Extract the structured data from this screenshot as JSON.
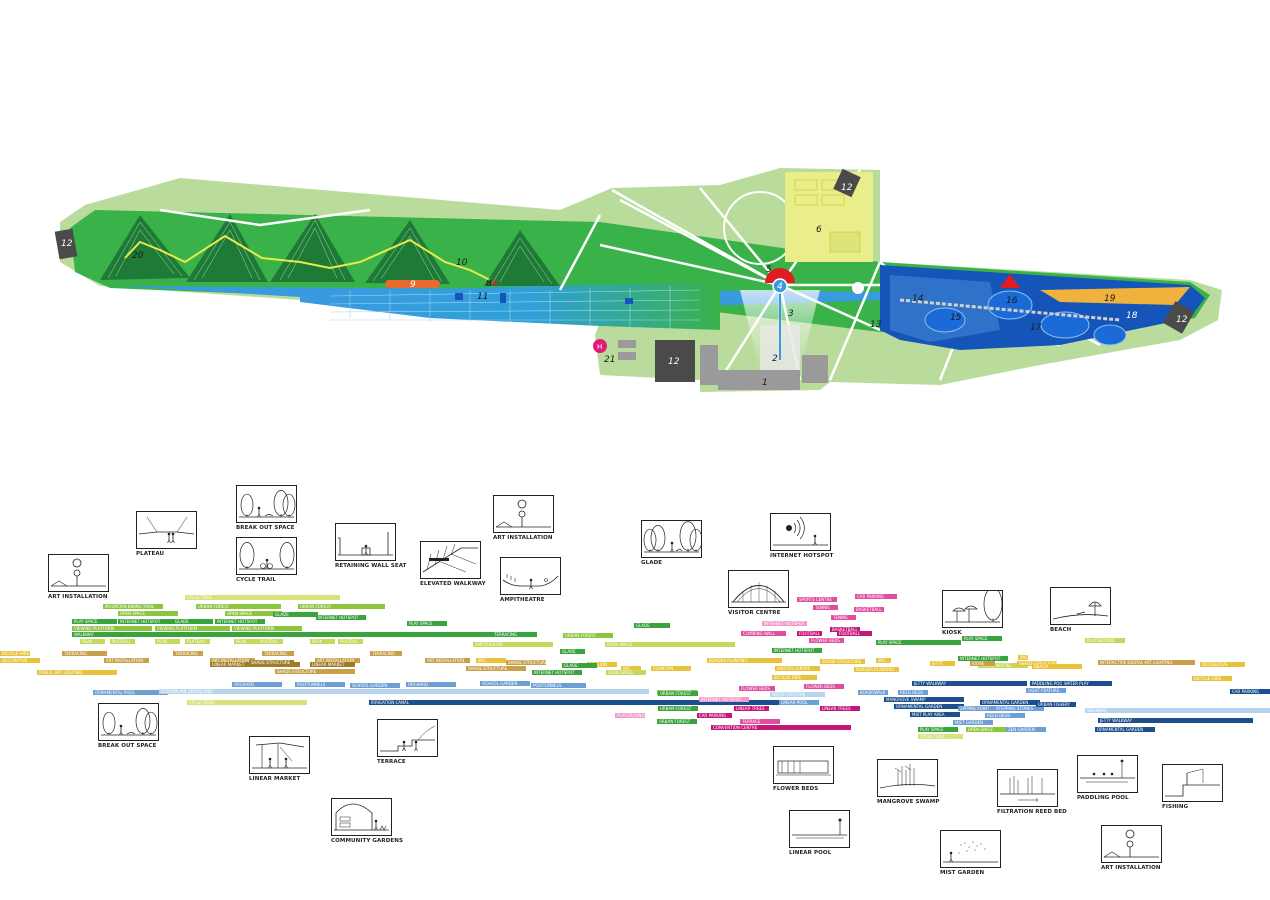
{
  "map": {
    "zone_numbers": {
      "n1": "1",
      "n2": "2",
      "n3": "3",
      "n4": "4",
      "n5": "5",
      "n6": "6",
      "n8": "8",
      "n9": "9",
      "n10": "10",
      "n11": "11",
      "n12a": "12",
      "n12b": "12",
      "n12c": "12",
      "n12d": "12",
      "n13": "13",
      "n14": "14",
      "n15": "15",
      "n16": "16",
      "n17": "17",
      "n18": "18",
      "n19": "19",
      "n20": "20",
      "n21": "21",
      "h": "H"
    },
    "colors": {
      "light_green": "#b9dc9c",
      "park_green": "#3ab24a",
      "dark_green": "#1f7a38",
      "water_blue": "#3a9ae0",
      "lake_blue": "#1554b8",
      "yellow_zone": "#e9ee8a",
      "trail_yellow": "#e9e94a",
      "orange": "#e86a2e",
      "red": "#e11b22",
      "sand": "#f0b23c",
      "grey": "#9a9a9a",
      "dark_grey": "#4a4a4a",
      "pink": "#e3197b"
    }
  },
  "bars": [
    {
      "label": "CYCLE TRAIL",
      "color": "#d8e27a"
    },
    {
      "label": "MOUNTAIN BIKING TRAIL",
      "color": "#8cc63f"
    },
    {
      "label": "URBAN FOREST",
      "color": "#8cc63f"
    },
    {
      "label": "URBAN FOREST",
      "color": "#8cc63f"
    },
    {
      "label": "OPEN SPACE",
      "color": "#8cc63f"
    },
    {
      "label": "OPEN SPACE",
      "color": "#8cc63f"
    },
    {
      "label": "GLADE",
      "color": "#39a33e"
    },
    {
      "label": "PLAY SPACE",
      "color": "#39a33e"
    },
    {
      "label": "INTERNET HOTSPOT",
      "color": "#39a33e"
    },
    {
      "label": "GLADE",
      "color": "#39a33e"
    },
    {
      "label": "INTERNET HOTSPOT",
      "color": "#39a33e"
    },
    {
      "label": "INTERNET HOTSPOT",
      "color": "#39a33e"
    },
    {
      "label": "PLAY SPACE",
      "color": "#39a33e"
    },
    {
      "label": "VIEWING PLATFORM",
      "color": "#8cc63f"
    },
    {
      "label": "VIEWING PLATFORM",
      "color": "#8cc63f"
    },
    {
      "label": "VIEWING PLATFORM",
      "color": "#8cc63f"
    },
    {
      "label": "WALKWAY",
      "color": "#39a33e"
    },
    {
      "label": "TERRACING",
      "color": "#39a33e"
    },
    {
      "label": "URBAN FOREST",
      "color": "#8cc63f"
    },
    {
      "label": "GLADE",
      "color": "#39a33e"
    },
    {
      "label": "OPEN SPACE",
      "color": "#c4d95a"
    },
    {
      "label": "GLADE",
      "color": "#39a33e"
    },
    {
      "label": "PEAK",
      "color": "#c4d95a"
    },
    {
      "label": "PLATEAU",
      "color": "#c4d95a"
    },
    {
      "label": "PEAK",
      "color": "#c4d95a"
    },
    {
      "label": "PLATEAU",
      "color": "#c4d95a"
    },
    {
      "label": "PEAK",
      "color": "#c4d95a"
    },
    {
      "label": "PLATEAU",
      "color": "#c4d95a"
    },
    {
      "label": "PEAK",
      "color": "#c4d95a"
    },
    {
      "label": "PLATEAU",
      "color": "#c4d95a"
    },
    {
      "label": "AMPITHEATRE",
      "color": "#c4d95a"
    },
    {
      "label": "BICYCLE HIRE",
      "color": "#e8c33a"
    },
    {
      "label": "TERRACING",
      "color": "#c8a04a"
    },
    {
      "label": "TERRACING",
      "color": "#c8a04a"
    },
    {
      "label": "TERRACING",
      "color": "#c8a04a"
    },
    {
      "label": "TERRACING",
      "color": "#c8a04a"
    },
    {
      "label": "DECORATIVE",
      "color": "#e8c33a"
    },
    {
      "label": "ART INSTALLATION",
      "color": "#c8a04a"
    },
    {
      "label": "ART INSTALLATION",
      "color": "#c8a04a"
    },
    {
      "label": "ART INSTALLATION",
      "color": "#c8a04a"
    },
    {
      "label": "ART INSTALLATION",
      "color": "#c8a04a"
    },
    {
      "label": "W/C",
      "color": "#e8c33a"
    },
    {
      "label": "SHADE STRUCTURE",
      "color": "#c8a04a"
    },
    {
      "label": "LINEAR MARKET",
      "color": "#a07c2a"
    },
    {
      "label": "SHADE STRUCTURE",
      "color": "#a07c2a"
    },
    {
      "label": "SHADE STRUCTURE",
      "color": "#c8a04a"
    },
    {
      "label": "LINEAR MARKET",
      "color": "#a07c2a"
    },
    {
      "label": "PUBLIC ART LIGHTING",
      "color": "#e8c33a"
    },
    {
      "label": "SHADE STRUCTURE",
      "color": "#c8a04a"
    },
    {
      "label": "INTERNET HOTSPOT",
      "color": "#39a33e"
    },
    {
      "label": "PAVILION",
      "color": "#e8c33a"
    },
    {
      "label": "W/C",
      "color": "#e8c33a"
    },
    {
      "label": "FOUNTAIN",
      "color": "#e8c33a"
    },
    {
      "label": "ORCHARD",
      "color": "#6d9ed4"
    },
    {
      "label": "POLYTUNNELS",
      "color": "#6d9ed4"
    },
    {
      "label": "SCHOOL GARDEN",
      "color": "#6d9ed4"
    },
    {
      "label": "ORCHARD",
      "color": "#6d9ed4"
    },
    {
      "label": "SCHOOL GARDEN",
      "color": "#6d9ed4"
    },
    {
      "label": "POLYTUNNELS",
      "color": "#6d9ed4"
    },
    {
      "label": "ORNAMENTAL POOL",
      "color": "#6d9ed4"
    },
    {
      "label": "FLOODPLAIN GRASSLAND",
      "color": "#b7d4ee"
    },
    {
      "label": "IRRIGATION CANAL",
      "color": "#1c4f8e"
    },
    {
      "label": "CYCLE TRAIL",
      "color": "#d8e27a"
    },
    {
      "label": "GLADE",
      "color": "#39a33e"
    },
    {
      "label": "OPEN SPACE",
      "color": "#c4d95a"
    },
    {
      "label": "URBAN FOREST",
      "color": "#8cc63f"
    },
    {
      "label": "CLIMBING WALL",
      "color": "#e14d9f"
    },
    {
      "label": "SPORTS CENTRE",
      "color": "#e14d9f"
    },
    {
      "label": "CAR PARKING",
      "color": "#e14d9f"
    },
    {
      "label": "TENNIS",
      "color": "#e14d9f"
    },
    {
      "label": "BASKETBALL",
      "color": "#e14d9f"
    },
    {
      "label": "INTERNET HOTSPOT",
      "color": "#f19ac8"
    },
    {
      "label": "TENNIS",
      "color": "#e14d9f"
    },
    {
      "label": "BASKETBALL",
      "color": "#c4177a"
    },
    {
      "label": "FOOTBALL",
      "color": "#c4177a"
    },
    {
      "label": "FOOTBALL",
      "color": "#c4177a"
    },
    {
      "label": "FLOWER BEDS",
      "color": "#e14d9f"
    },
    {
      "label": "INTERNET HOTSPOT",
      "color": "#39a33e"
    },
    {
      "label": "BORDER PLANTING",
      "color": "#e8c33a"
    },
    {
      "label": "VISITOR CENTRE",
      "color": "#e8c33a"
    },
    {
      "label": "SHADE STRUCTURE",
      "color": "#e8c33a"
    },
    {
      "label": "W/C",
      "color": "#e8c33a"
    },
    {
      "label": "BICYCLE HIRE",
      "color": "#e8c33a"
    },
    {
      "label": "BORDER PLANTING",
      "color": "#e8c33a"
    },
    {
      "label": "PLAY SPACE",
      "color": "#39a33e"
    },
    {
      "label": "PLAY SPACE",
      "color": "#39a33e"
    },
    {
      "label": "AMPHITHEATRE",
      "color": "#c4d95a"
    },
    {
      "label": "PLAYGROUND",
      "color": "#c4d95a"
    },
    {
      "label": "JETTY",
      "color": "#e8c33a"
    },
    {
      "label": "KIOSK",
      "color": "#c8a04a"
    },
    {
      "label": "INTERNET HOTSPOT",
      "color": "#39a33e"
    },
    {
      "label": "W/C",
      "color": "#e8c33a"
    },
    {
      "label": "SHADE STRUCTURE",
      "color": "#e8c33a"
    },
    {
      "label": "BEACH",
      "color": "#e8c33a"
    },
    {
      "label": "JETTY WALKWAY",
      "color": "#1c4f8e"
    },
    {
      "label": "PADDLING POOL",
      "color": "#1c4f8e"
    },
    {
      "label": "WATER PLAY",
      "color": "#1c4f8e"
    },
    {
      "label": "INTERACTIVE DIGITAL ART LIGHTING",
      "color": "#c8a04a"
    },
    {
      "label": "DECORATIVE",
      "color": "#e8c33a"
    },
    {
      "label": "BICYCLE HIRE",
      "color": "#e8c33a"
    },
    {
      "label": "FLOWER BEDS",
      "color": "#e14d9f"
    },
    {
      "label": "FLOWER BEDS",
      "color": "#e14d9f"
    },
    {
      "label": "BOARDWALK",
      "color": "#6d9ed4"
    },
    {
      "label": "REED BEDS",
      "color": "#6d9ed4"
    },
    {
      "label": "LIGHT FEATURE",
      "color": "#6d9ed4"
    },
    {
      "label": "CAR PARKING",
      "color": "#1c4f8e"
    },
    {
      "label": "URBAN FOREST",
      "color": "#39a33e"
    },
    {
      "label": "INTERNET HOTSPOT",
      "color": "#f19ac8"
    },
    {
      "label": "WATER FEATURE",
      "color": "#b7d4ee"
    },
    {
      "label": "LINEAR POOL",
      "color": "#6d9ed4"
    },
    {
      "label": "MANGROVE SWAMP",
      "color": "#1c4f8e"
    },
    {
      "label": "ORNAMENTAL GARDEN",
      "color": "#1c4f8e"
    },
    {
      "label": "ORNAMENTAL GARDEN",
      "color": "#1c4f8e"
    },
    {
      "label": "URBAN FOREST",
      "color": "#39a33e"
    },
    {
      "label": "LINEAR TREES",
      "color": "#c4177a"
    },
    {
      "label": "LINEAR TREES",
      "color": "#c4177a"
    },
    {
      "label": "ZIPPING POINT",
      "color": "#6d9ed4"
    },
    {
      "label": "STEPPING STONES",
      "color": "#6d9ed4"
    },
    {
      "label": "URBAN FISHERY",
      "color": "#1c4f8e"
    },
    {
      "label": "MIST PLAY AREA",
      "color": "#1c4f8e"
    },
    {
      "label": "REED BEDS",
      "color": "#6d9ed4"
    },
    {
      "label": "WALKWAY",
      "color": "#b7d4ee"
    },
    {
      "label": "PLAYGROUND",
      "color": "#f19ac8"
    },
    {
      "label": "URBAN FOREST",
      "color": "#39a33e"
    },
    {
      "label": "CAR PARKING",
      "color": "#c4177a"
    },
    {
      "label": "TERRACE",
      "color": "#e14d9f"
    },
    {
      "label": "MIST GARDEN",
      "color": "#6d9ed4"
    },
    {
      "label": "JETTY WALKWAY",
      "color": "#1c4f8e"
    },
    {
      "label": "CONVENTION CENTRE",
      "color": "#c4177a"
    },
    {
      "label": "ORNAMENTAL GARDEN",
      "color": "#1c4f8e"
    },
    {
      "label": "PLAY SPACE",
      "color": "#39a33e"
    },
    {
      "label": "OPEN SPACE",
      "color": "#8cc63f"
    },
    {
      "label": "ZEN GARDEN",
      "color": "#6d9ed4"
    },
    {
      "label": "CYCLE TRAIL",
      "color": "#d8e27a"
    }
  ],
  "vignettes": [
    {
      "label": "PLATEAU",
      "icon": "plateau-icon"
    },
    {
      "label": "BREAK OUT SPACE",
      "icon": "break-out-space-icon"
    },
    {
      "label": "CYCLE TRAIL",
      "icon": "cycle-trail-icon"
    },
    {
      "label": "RETAINING WALL SEAT",
      "icon": "retaining-wall-seat-icon"
    },
    {
      "label": "ART INSTALLATION",
      "icon": "art-installation-icon"
    },
    {
      "label": "ELEVATED WALKWAY",
      "icon": "elevated-walkway-icon"
    },
    {
      "label": "AMPITHEATRE",
      "icon": "ampitheatre-icon"
    },
    {
      "label": "ART INSTALLATION",
      "icon": "art-installation-icon"
    },
    {
      "label": "GLADE",
      "icon": "glade-icon"
    },
    {
      "label": "INTERNET HOTSPOT",
      "icon": "internet-hotspot-icon"
    },
    {
      "label": "VISITOR CENTRE",
      "icon": "visitor-centre-icon"
    },
    {
      "label": "KIOSK",
      "icon": "kiosk-icon"
    },
    {
      "label": "BEACH",
      "icon": "beach-icon"
    },
    {
      "label": "BREAK OUT SPACE",
      "icon": "break-out-space-icon"
    },
    {
      "label": "LINEAR MARKET",
      "icon": "linear-market-icon"
    },
    {
      "label": "TERRACE",
      "icon": "terrace-icon"
    },
    {
      "label": "COMMUNITY GARDENS",
      "icon": "community-gardens-icon"
    },
    {
      "label": "FLOWER BEDS",
      "icon": "flower-beds-icon"
    },
    {
      "label": "LINEAR POOL",
      "icon": "linear-pool-icon"
    },
    {
      "label": "MANGROVE SWAMP",
      "icon": "mangrove-swamp-icon"
    },
    {
      "label": "MIST GARDEN",
      "icon": "mist-garden-icon"
    },
    {
      "label": "FILTRATION REED BED",
      "icon": "filtration-reed-bed-icon"
    },
    {
      "label": "PADDLING POOL",
      "icon": "paddling-pool-icon"
    },
    {
      "label": "FISHING",
      "icon": "fishing-icon"
    },
    {
      "label": "ART INSTALLATION",
      "icon": "art-installation-icon"
    }
  ]
}
